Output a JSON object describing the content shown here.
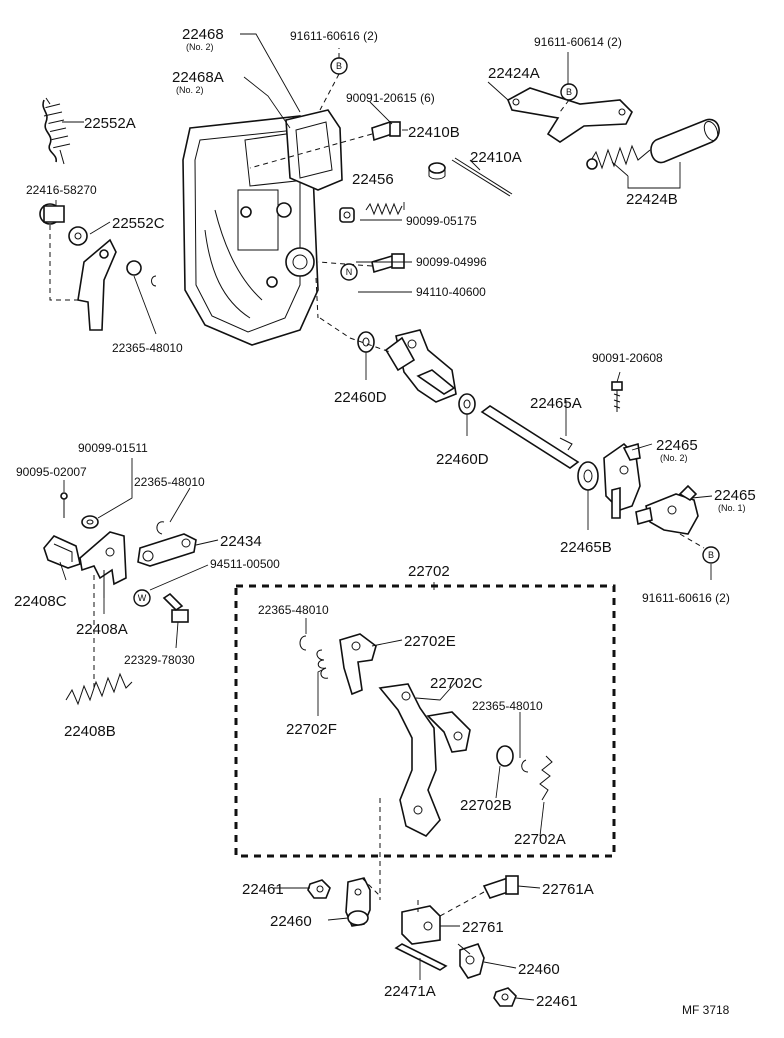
{
  "labels": {
    "l22468": "22468",
    "l22468_no2": "(No. 2)",
    "l91611_60616_top": "91611-60616 (2)",
    "l22468A": "22468A",
    "l22468A_no2": "(No. 2)",
    "l22552A": "22552A",
    "l90091_20615": "90091-20615 (6)",
    "l22410B": "22410B",
    "l22410A": "22410A",
    "l91611_60614": "91611-60614 (2)",
    "l22424A": "22424A",
    "l22424B": "22424B",
    "l22416_58270": "22416-58270",
    "l22552C": "22552C",
    "l22456": "22456",
    "l90099_05175": "90099-05175",
    "l90099_04996": "90099-04996",
    "l94110_40600": "94110-40600",
    "l22365_48010_a": "22365-48010",
    "l22460D_a": "22460D",
    "l90091_20608": "90091-20608",
    "l22465A": "22465A",
    "l22460D_b": "22460D",
    "l22465_no2": "22465",
    "l22465_no2_sub": "(No. 2)",
    "l22465_no1": "22465",
    "l22465_no1_sub": "(No. 1)",
    "l22465B": "22465B",
    "l91611_60616_bot": "91611-60616 (2)",
    "l90099_01511": "90099-01511",
    "l90095_02007": "90095-02007",
    "l22365_48010_b": "22365-48010",
    "l22434": "22434",
    "l94511_00500": "94511-00500",
    "l22408C": "22408C",
    "l22408A": "22408A",
    "l22329_78030": "22329-78030",
    "l22408B": "22408B",
    "l22702": "22702",
    "l22365_48010_c": "22365-48010",
    "l22702E": "22702E",
    "l22702F": "22702F",
    "l22702C": "22702C",
    "l22365_48010_d": "22365-48010",
    "l22702B": "22702B",
    "l22702A": "22702A",
    "l22461_a": "22461",
    "l22761A": "22761A",
    "l22460_a": "22460",
    "l22761": "22761",
    "l22460_b": "22460",
    "l22471A": "22471A",
    "l22461_b": "22461",
    "code": "MF 3718"
  },
  "refs": {
    "b": "B",
    "n": "N",
    "w": "W"
  }
}
